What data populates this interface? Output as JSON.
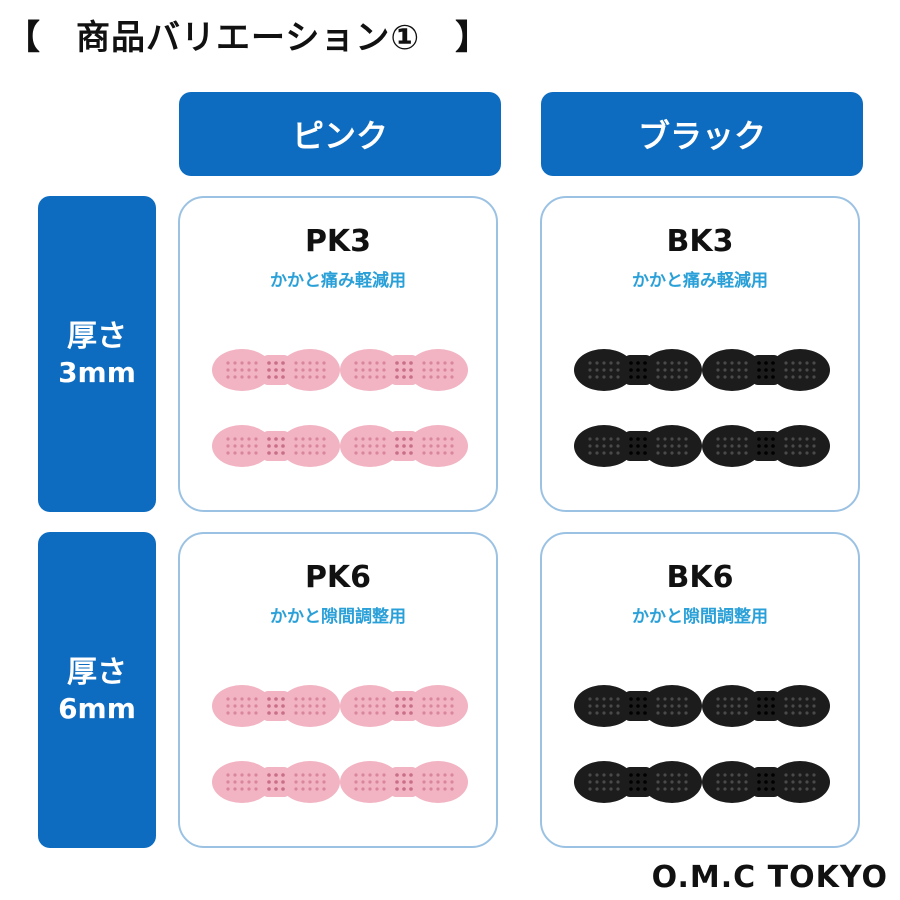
{
  "title": "【　商品バリエーション①　】",
  "columns": [
    {
      "label": "ピンク"
    },
    {
      "label": "ブラック"
    }
  ],
  "rows": [
    {
      "line1": "厚さ",
      "line2": "3mm"
    },
    {
      "line1": "厚さ",
      "line2": "6mm"
    }
  ],
  "cards": [
    {
      "code": "PK3",
      "purpose": "かかと痛み軽減用",
      "pad_color": "pink"
    },
    {
      "code": "BK3",
      "purpose": "かかと痛み軽減用",
      "pad_color": "black"
    },
    {
      "code": "PK6",
      "purpose": "かかと隙間調整用",
      "pad_color": "pink"
    },
    {
      "code": "BK6",
      "purpose": "かかと隙間調整用",
      "pad_color": "black"
    }
  ],
  "colors": {
    "header_blue": "#0d6cc0",
    "purpose_text": "#2aa0d8",
    "pink_pad": "#f2b3c3",
    "black_pad": "#1c1c1c"
  },
  "brand": "O.M.C TOKYO"
}
